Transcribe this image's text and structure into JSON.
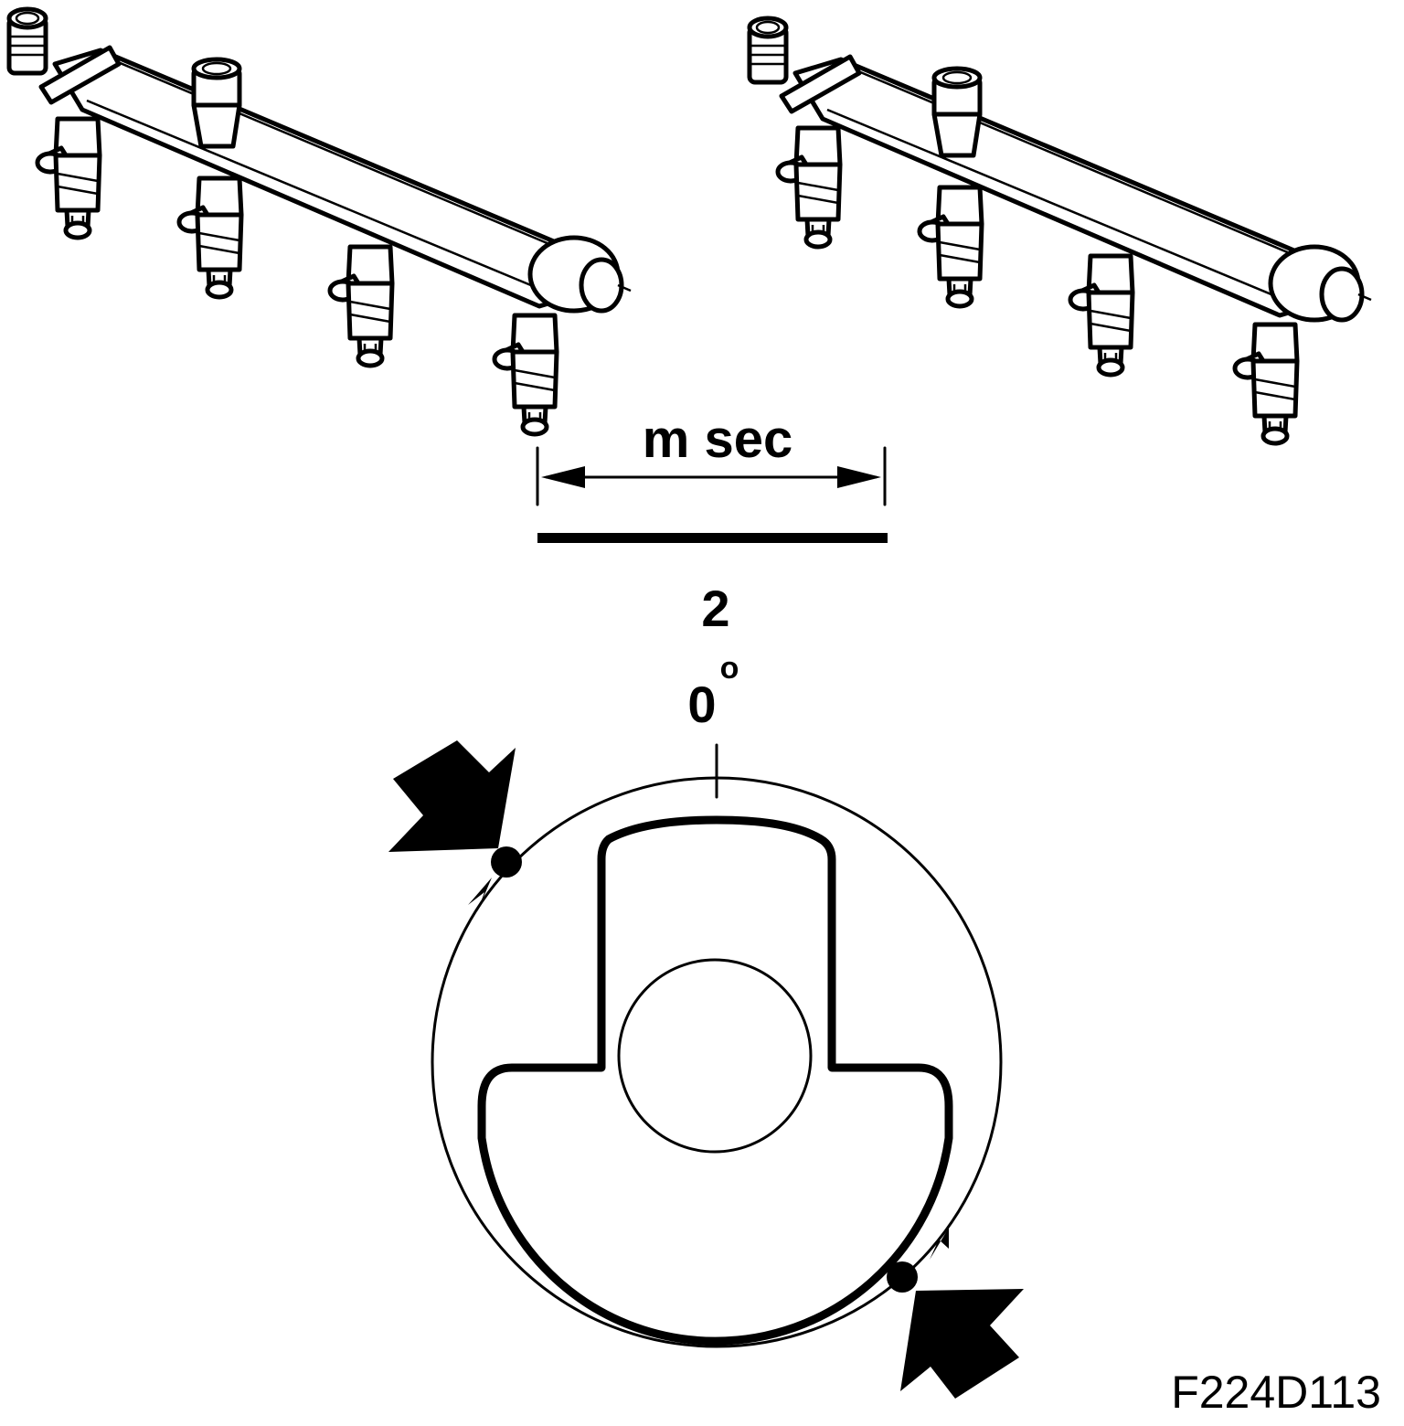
{
  "labels": {
    "time_unit": "m sec",
    "item_number": "2",
    "angle_value": "0",
    "angle_symbol": "o",
    "figure_code": "F224D113"
  },
  "colors": {
    "ink": "#000000",
    "background": "#ffffff"
  },
  "icons": {
    "rail_left": "fuel-rail-with-injectors",
    "rail_right": "fuel-rail-with-injectors",
    "rotor": "camshaft-trigger-wheel",
    "arrows": "solid-pointer-arrow"
  }
}
